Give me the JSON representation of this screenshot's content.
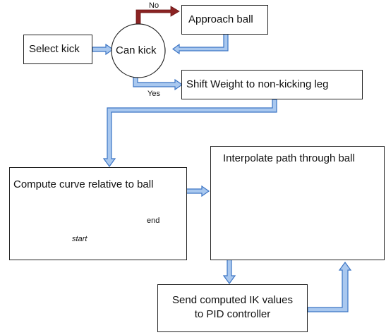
{
  "colors": {
    "arrow_fill": "#a9c8ef",
    "arrow_stroke": "#3b74c4",
    "no_arrow": "#8b2323",
    "ball": "#ff7f27",
    "curve_light": "#888888",
    "curve_dark": "#111111",
    "arm_dark": "#8a8a8a",
    "arm_light": "#d8d8d8",
    "red_dot": "#e01010"
  },
  "nodes": {
    "select_kick": "Select kick",
    "can_kick": "Can kick",
    "approach_ball": "Approach ball",
    "shift_weight": "Shift Weight to non-kicking leg",
    "compute_curve": "Compute curve relative to ball",
    "interpolate_path": "Interpolate path through ball",
    "send_ik_line1": "Send computed IK values",
    "send_ik_line2": "to PID controller"
  },
  "edge_labels": {
    "no": "No",
    "yes": "Yes"
  },
  "curve_labels": {
    "start": "start",
    "end": "end"
  }
}
